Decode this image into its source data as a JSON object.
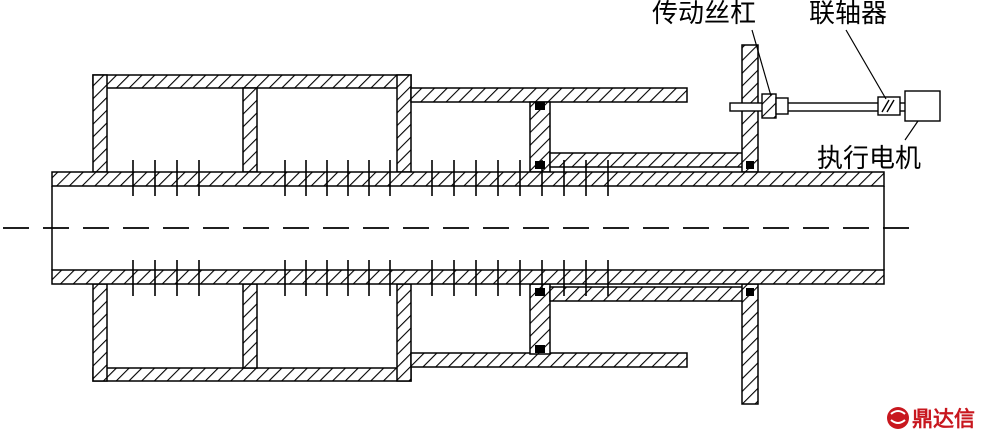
{
  "labels": {
    "lead_screw": "传动丝杠",
    "coupling": "联轴器",
    "motor": "执行电机"
  },
  "watermark": {
    "text": "鼎达信",
    "color": "#c8171e"
  },
  "colors": {
    "line": "#000000",
    "background": "#ffffff"
  }
}
